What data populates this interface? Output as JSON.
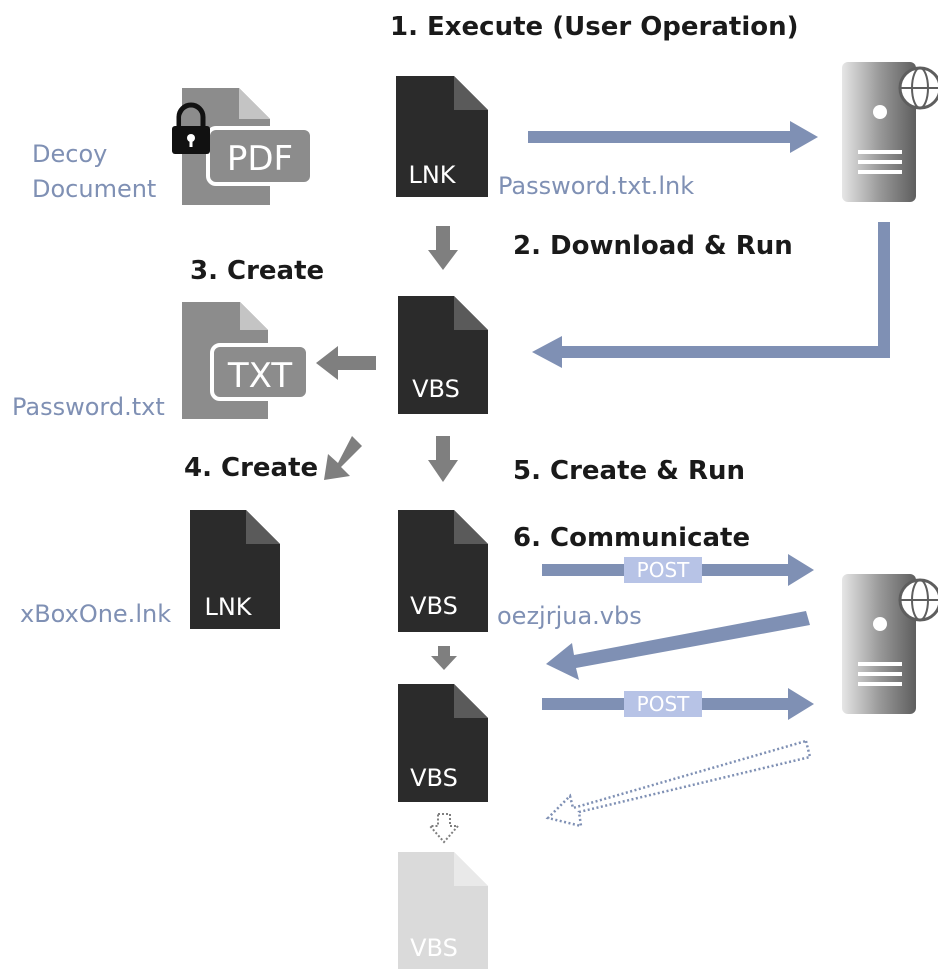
{
  "steps": {
    "execute": "1. Execute (User Operation)",
    "download_run": "2. Download & Run",
    "create_txt": "3. Create",
    "create_lnk": "4. Create",
    "create_run": "5. Create & Run",
    "communicate": "6. Communicate"
  },
  "labels": {
    "decoy_line1": "Decoy",
    "decoy_line2": "Document",
    "password_lnk": "Password.txt.lnk",
    "password_txt": "Password.txt",
    "xboxone_lnk": "xBoxOne.lnk",
    "oezjrjua_vbs": "oezjrjua.vbs"
  },
  "files": {
    "lnk_main": "LNK",
    "vbs_1": "VBS",
    "lnk_xbox": "LNK",
    "vbs_2": "VBS",
    "vbs_3": "VBS",
    "vbs_4": "VBS",
    "pdf": "PDF",
    "txt": "TXT"
  },
  "post_tags": {
    "post_1": "POST",
    "post_2": "POST"
  },
  "icons": {
    "server_top": "server-globe-icon",
    "server_bottom": "server-globe-icon",
    "lock": "lock-icon"
  },
  "colors": {
    "arrow_blue": "#7f90b4",
    "arrow_gray": "#7f7f7f",
    "file_dark": "#2b2b2b",
    "file_gray": "#8c8c8c",
    "file_faded": "#dadada",
    "post_tag": "#b7c3e6"
  }
}
